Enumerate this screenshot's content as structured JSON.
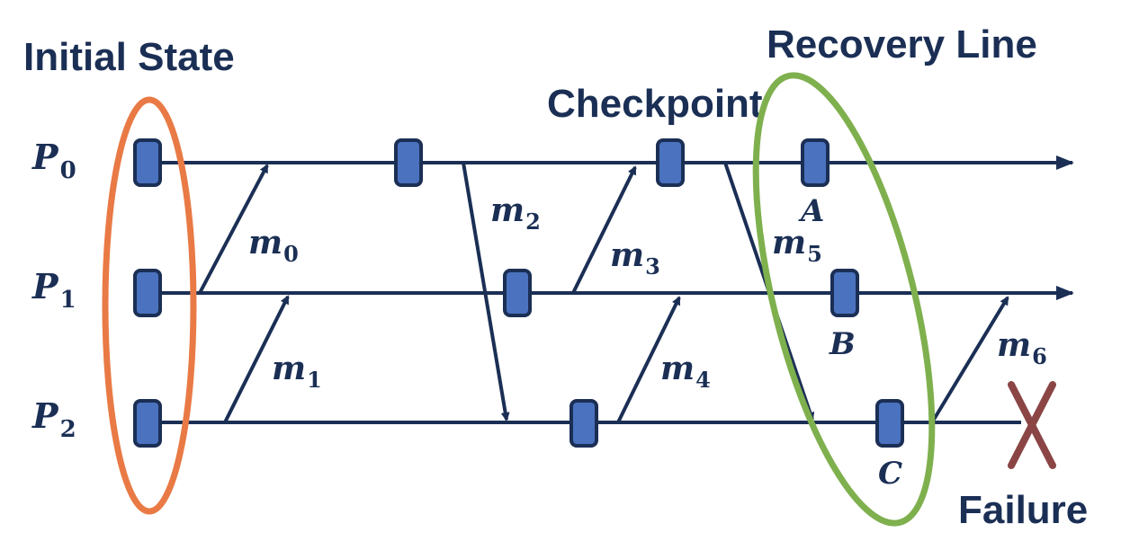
{
  "colors": {
    "ink": "#1b2f55",
    "checkpoint_fill": "#4a72bf",
    "initial_state_ellipse": "#e97a45",
    "recovery_line_ellipse": "#7fb04e",
    "failure_x": "#8b4545"
  },
  "labels": {
    "initial_state": "Initial State",
    "recovery_line": "Recovery Line",
    "checkpoint": "Checkpoint",
    "failure": "Failure"
  },
  "processes": [
    {
      "name": "P",
      "sub": "0"
    },
    {
      "name": "P",
      "sub": "1"
    },
    {
      "name": "P",
      "sub": "2"
    }
  ],
  "messages": [
    {
      "name": "m",
      "sub": "0"
    },
    {
      "name": "m",
      "sub": "1"
    },
    {
      "name": "m",
      "sub": "2"
    },
    {
      "name": "m",
      "sub": "3"
    },
    {
      "name": "m",
      "sub": "4"
    },
    {
      "name": "m",
      "sub": "5"
    },
    {
      "name": "m",
      "sub": "6"
    }
  ],
  "checkpoint_tags": {
    "a": "A",
    "b": "B",
    "c": "C"
  }
}
